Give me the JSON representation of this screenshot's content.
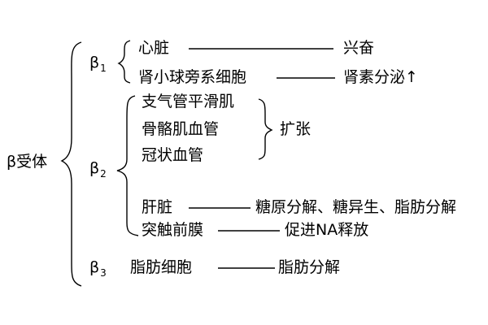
{
  "root": {
    "label": "β受体"
  },
  "groups": {
    "b1": {
      "symbol": "β",
      "sub": "1",
      "items": [
        {
          "target": "心脏",
          "effect": "兴奋"
        },
        {
          "target": "肾小球旁系细胞",
          "effect": "肾素分泌↑"
        }
      ]
    },
    "b2": {
      "symbol": "β",
      "sub": "2",
      "dilation_targets": [
        "支气管平滑肌",
        "骨骼肌血管",
        "冠状血管"
      ],
      "dilation_effect": "扩张",
      "items": [
        {
          "target": "肝脏",
          "effect": "糖原分解、糖异生、脂肪分解"
        },
        {
          "target": "突触前膜",
          "effect": "促进NA释放"
        }
      ]
    },
    "b3": {
      "symbol": "β",
      "sub": "3",
      "items": [
        {
          "target": "脂肪细胞",
          "effect": "脂肪分解"
        }
      ]
    }
  }
}
